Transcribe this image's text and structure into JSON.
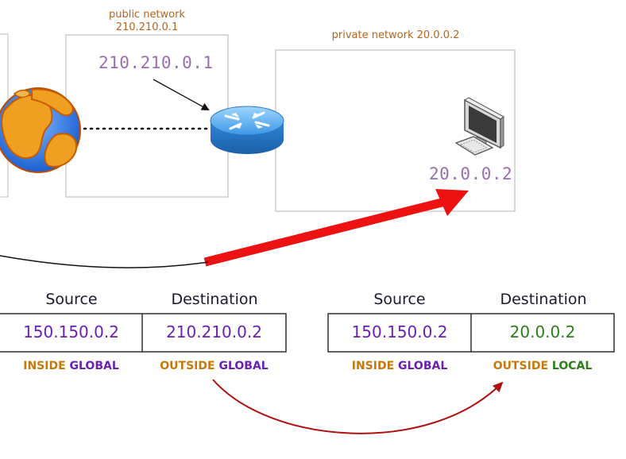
{
  "public_network": {
    "caption_line1": "public network",
    "caption_line2": "210.210.0.1",
    "router_ip": "210.210.0.1"
  },
  "private_network": {
    "caption": "private network 20.0.0.2",
    "host_ip": "20.0.0.2"
  },
  "icons": {
    "internet": "globe-icon",
    "router": "router-icon",
    "host": "desktop-computer-icon"
  },
  "table_left": {
    "header_source": "Source",
    "header_destination": "Destination",
    "source_value": "150.150.0.2",
    "destination_value": "210.210.0.2",
    "source_tag_a": "INSIDE",
    "source_tag_b": "GLOBAL",
    "destination_tag_a": "OUTSIDE",
    "destination_tag_b": "GLOBAL"
  },
  "table_right": {
    "header_source": "Source",
    "header_destination": "Destination",
    "source_value": "150.150.0.2",
    "destination_value": "20.0.0.2",
    "source_tag_a": "INSIDE",
    "source_tag_b": "GLOBAL",
    "destination_tag_a": "OUTSIDE",
    "destination_tag_b": "LOCAL"
  },
  "colors": {
    "caption": "#b5651d",
    "ip_purple": "#9a6fb0",
    "value_purple": "#6a1fb5",
    "value_green": "#2e7d1a",
    "tag_orange": "#c8780a",
    "tag_purple": "#6a1fb5",
    "tag_green": "#2e7d1a",
    "red_arrow": "#ee1111",
    "dark_red_arrow": "#b01010"
  }
}
